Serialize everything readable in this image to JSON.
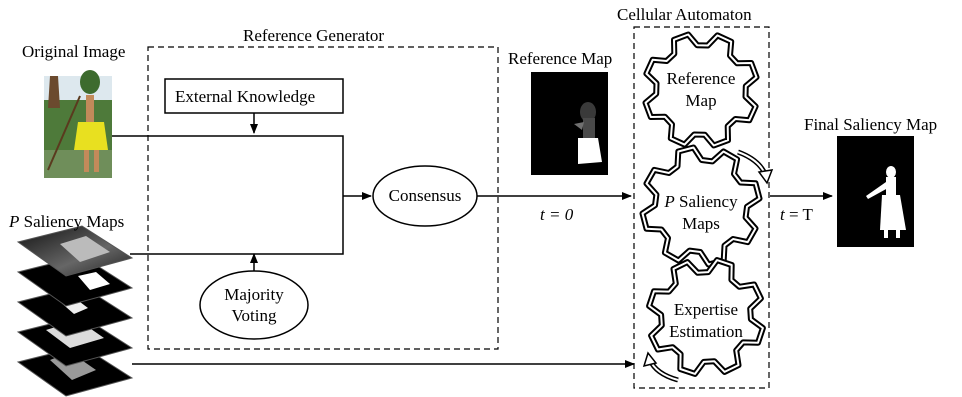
{
  "labels": {
    "original_image": "Original Image",
    "saliency_maps_var": "P",
    "saliency_maps": " Saliency Maps",
    "reference_generator": "Reference Generator",
    "external_knowledge": "External Knowledge",
    "consensus": "Consensus",
    "majority_voting_1": "Majority",
    "majority_voting_2": "Voting",
    "reference_map": "Reference Map",
    "t0": "t = 0",
    "cellular_automaton": "Cellular Automaton",
    "gear1_line1": "Reference",
    "gear1_line2": "Map",
    "gear2_var": "P",
    "gear2_line1": " Saliency",
    "gear2_line2": "Maps",
    "gear3_line1": "Expertise",
    "gear3_line2": "Estimation",
    "tT": "t = T",
    "final_saliency_map": "Final Saliency Map"
  },
  "colors": {
    "line": "#000000",
    "map_background": "#000000",
    "figure": "#ffffff",
    "skirt": "#e8e020",
    "sky": "#dde8ee",
    "foliage": "#4e7a3a"
  }
}
